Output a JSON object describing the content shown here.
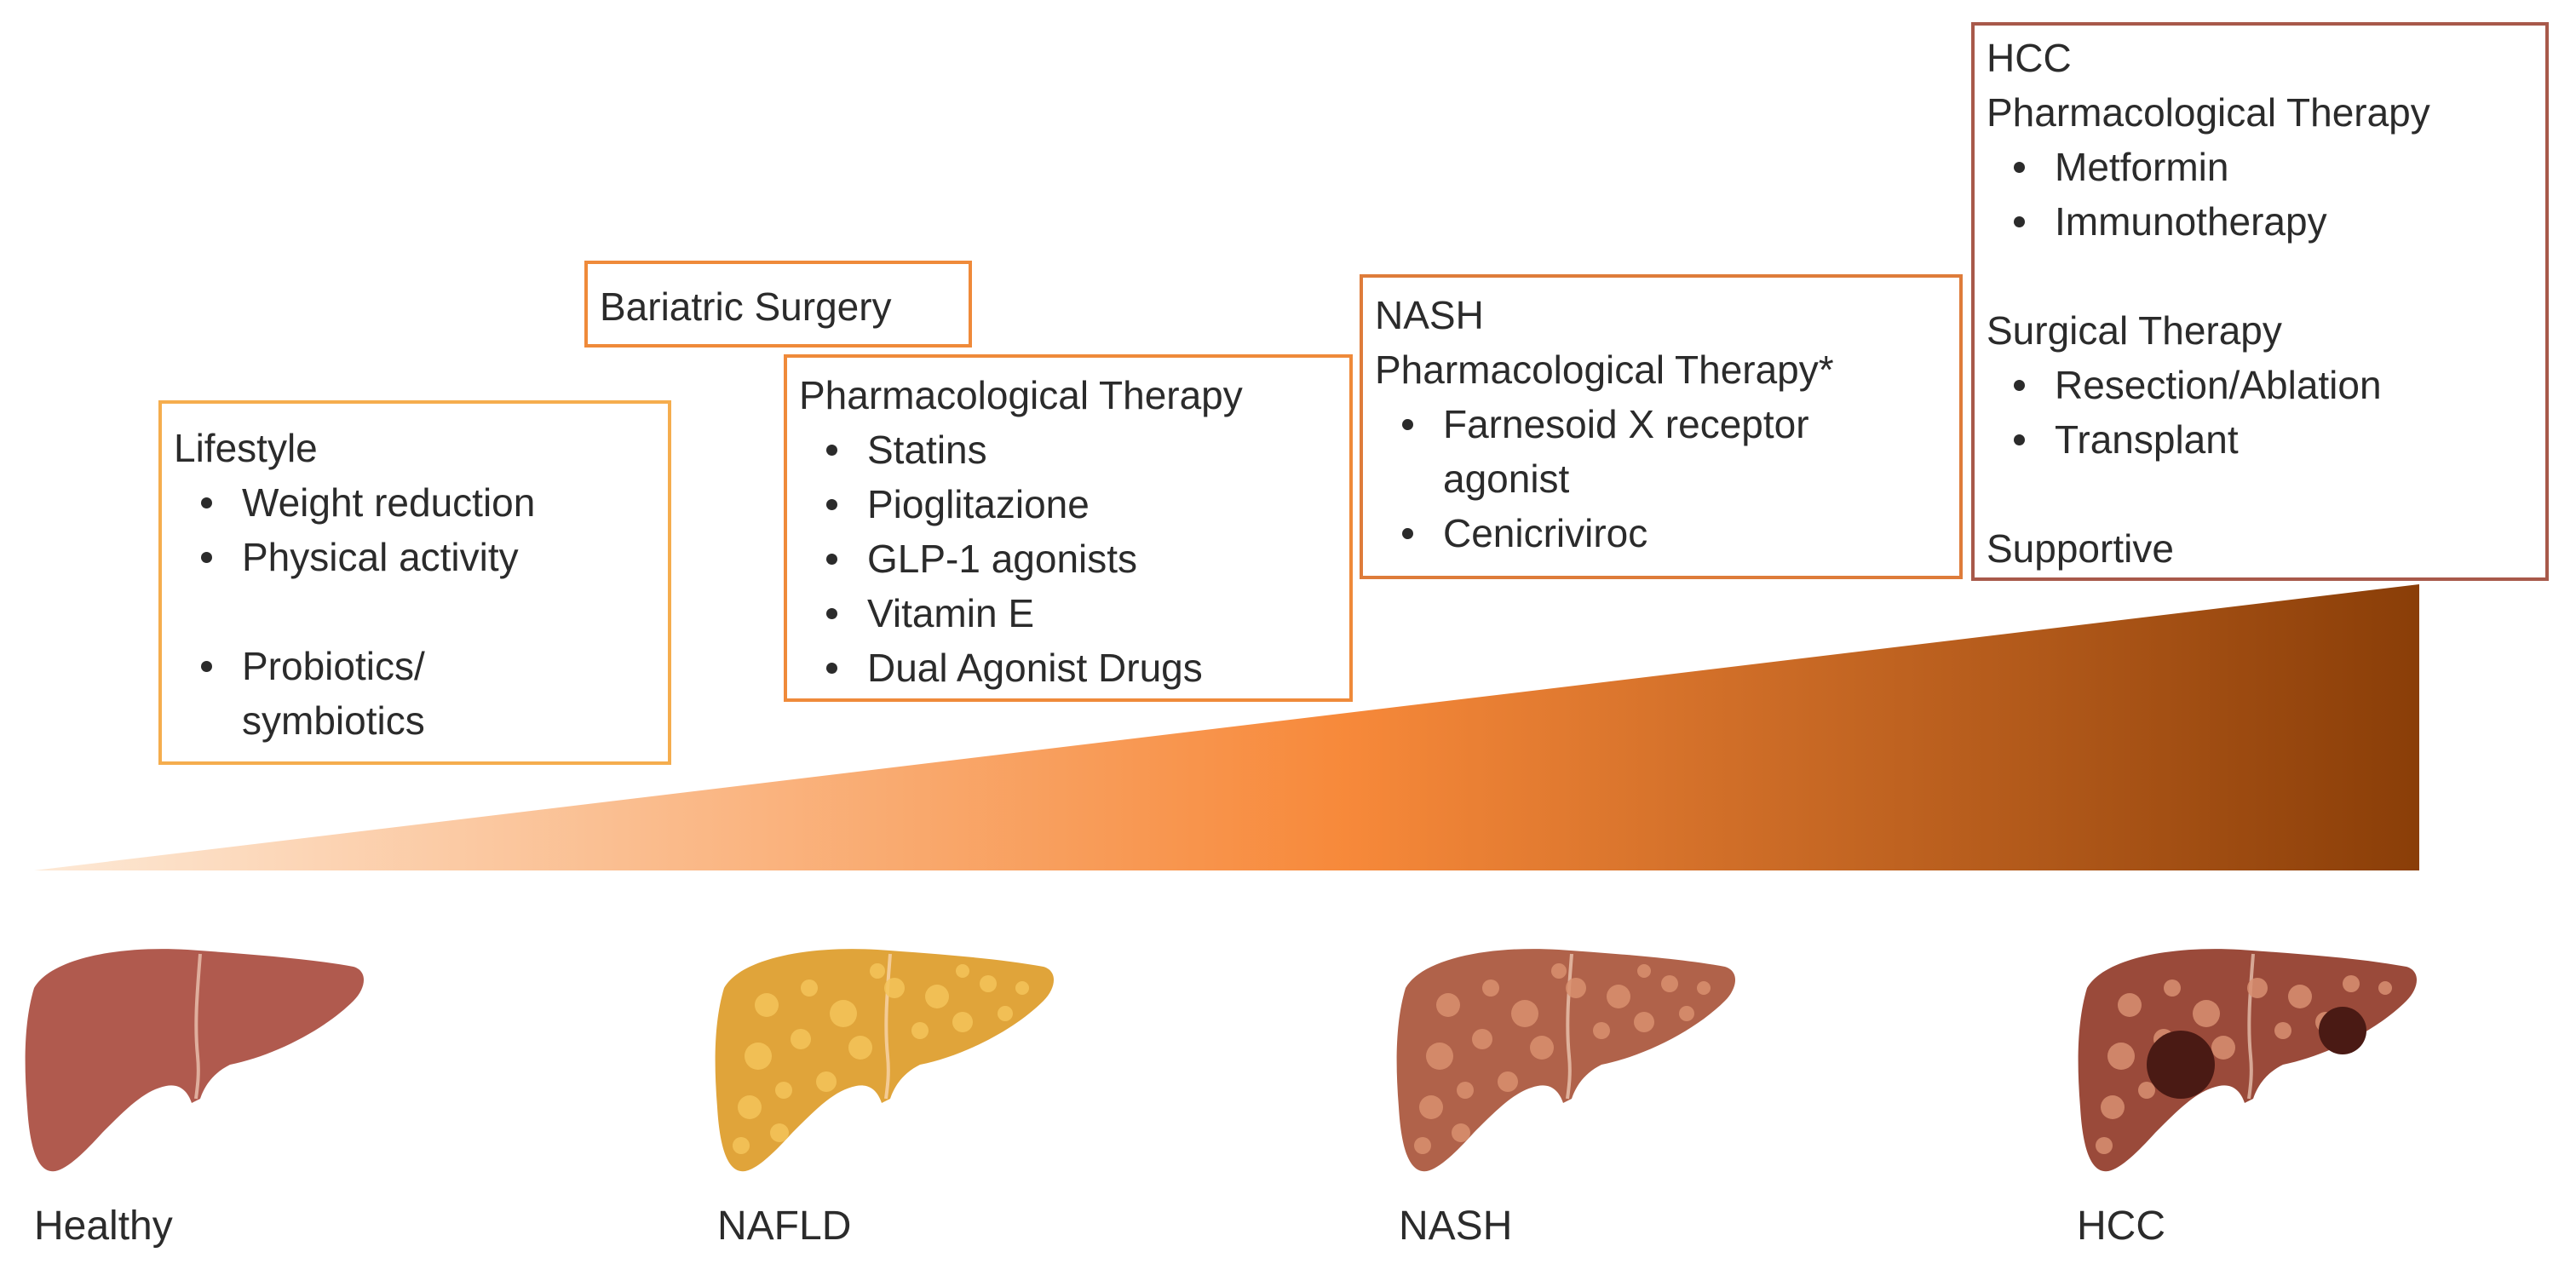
{
  "boxes": {
    "lifestyle": {
      "title": "Lifestyle",
      "items": [
        "Weight reduction",
        "Physical activity",
        "Probiotics/ symbiotics"
      ]
    },
    "bariatric": {
      "title": "Bariatric Surgery"
    },
    "nafld_pharm": {
      "title": "Pharmacological Therapy",
      "items": [
        "Statins",
        "Pioglitazione",
        "GLP-1 agonists",
        "Vitamin E",
        "Dual Agonist Drugs"
      ]
    },
    "nash": {
      "title": "NASH",
      "subtitle": "Pharmacological Therapy*",
      "items": [
        "Farnesoid X receptor agonist",
        "Cenicriviroc"
      ]
    },
    "hcc": {
      "title": "HCC",
      "pharm_title": "Pharmacological Therapy",
      "pharm_items": [
        "Metformin",
        "Immunotherapy"
      ],
      "surgical_title": "Surgical Therapy",
      "surgical_items": [
        "Resection/Ablation",
        "Transplant"
      ],
      "supportive": "Supportive"
    }
  },
  "stages": [
    {
      "label": "Healthy",
      "liver_color": "#b05a4e"
    },
    {
      "label": "NAFLD",
      "liver_color": "#e0a43a"
    },
    {
      "label": "NASH",
      "liver_color": "#b0624a"
    },
    {
      "label": "HCC",
      "liver_color": "#9a4a3a"
    }
  ],
  "colors": {
    "gradient_start": "#fde9d6",
    "gradient_mid": "#f7893a",
    "gradient_end": "#8a3e08"
  }
}
